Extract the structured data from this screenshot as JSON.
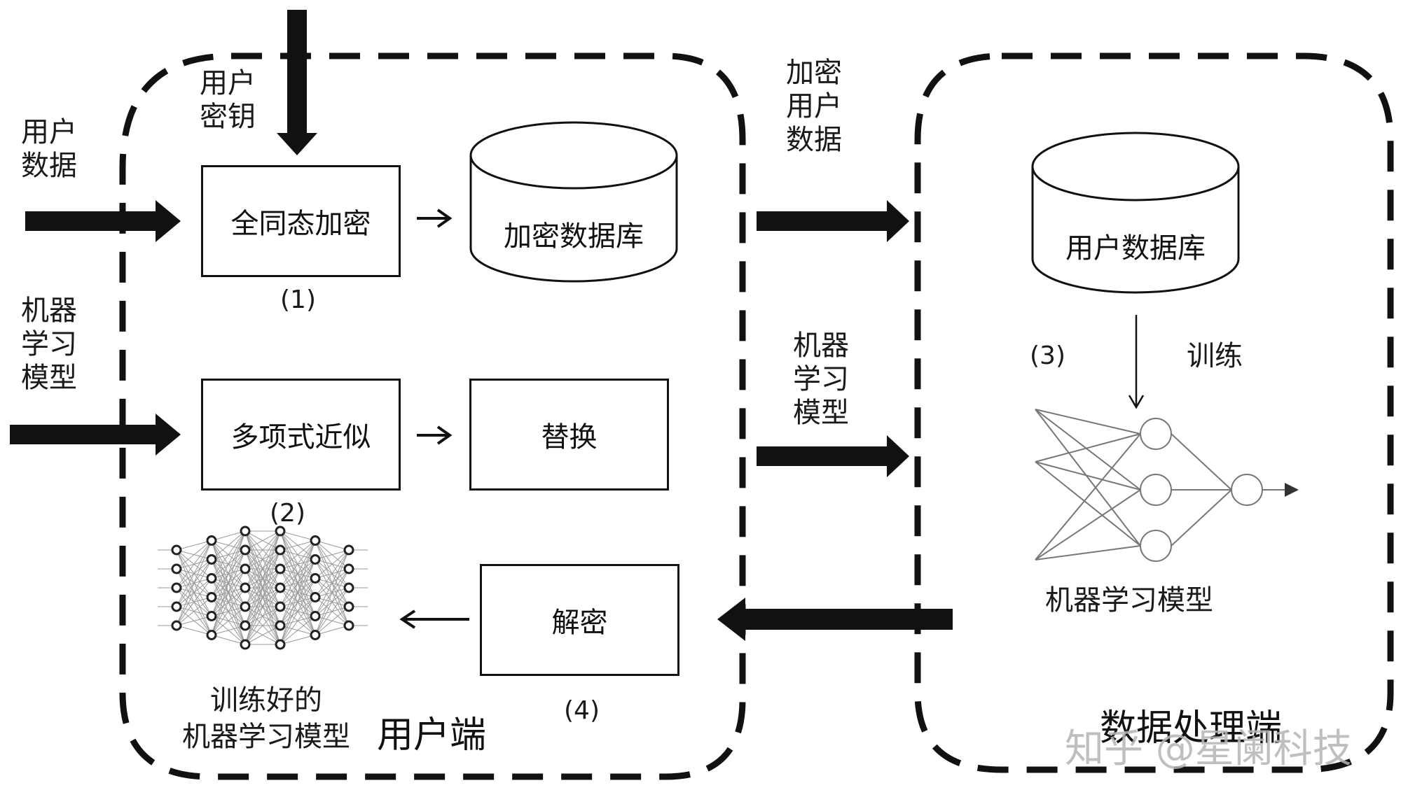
{
  "inputs": {
    "user_key": "用户\n密钥",
    "user_data": "用户\n数据",
    "ml_model": "机器\n学习\n模型"
  },
  "user_side": {
    "title": "用户端",
    "step1_box": "全同态加密",
    "step1_num": "(1)",
    "encrypted_db": "加密数据库",
    "step2_box": "多项式近似",
    "step2_num": "(2)",
    "replace_box": "替换",
    "decrypt_box": "解密",
    "step4_num": "(4)",
    "trained_model_label": "训练好的\n机器学习模型"
  },
  "transfer": {
    "encrypted_user_data": "加密\n用户\n数据",
    "ml_model": "机器\n学习\n模型"
  },
  "processing_side": {
    "title": "数据处理端",
    "user_db": "用户数据库",
    "step3_num": "(3)",
    "train_label": "训练",
    "ml_model_label": "机器学习模型"
  },
  "watermark": "知乎 @星阑科技"
}
